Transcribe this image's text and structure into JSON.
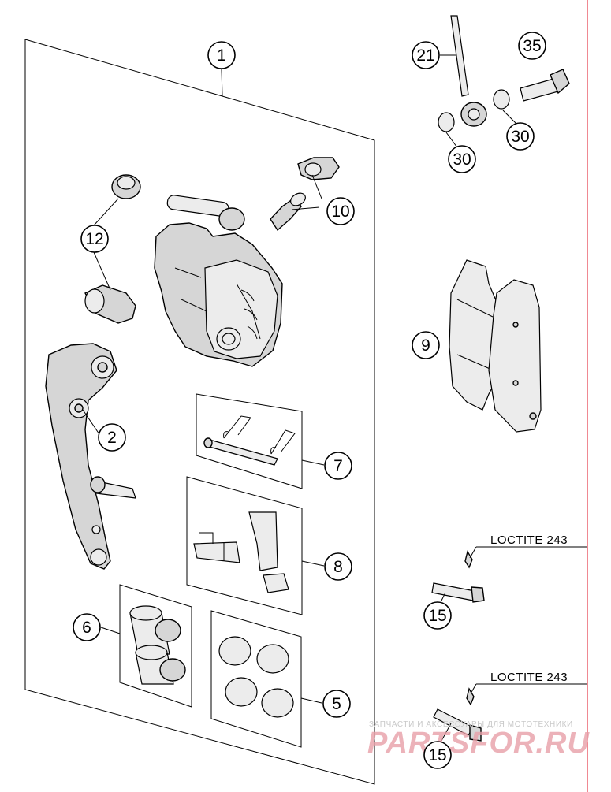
{
  "callouts": {
    "c1": "1",
    "c2": "2",
    "c5": "5",
    "c6": "6",
    "c7": "7",
    "c8": "8",
    "c9": "9",
    "c10": "10",
    "c12": "12",
    "c15a": "15",
    "c15b": "15",
    "c21": "21",
    "c30a": "30",
    "c30b": "30",
    "c35": "35"
  },
  "notes": {
    "loctite_top": "LOCTITE 243",
    "loctite_bottom": "LOCTITE 243"
  },
  "watermark": {
    "caption": "ЗАПЧАСТИ И АКСЕССУАРЫ ДЛЯ МОТОТЕХНИКИ",
    "brand": "PARTSFOR.RU"
  },
  "colors": {
    "margin_line": "#e53b4a",
    "line": "#000000",
    "part_fill": "#d6d6d6"
  }
}
